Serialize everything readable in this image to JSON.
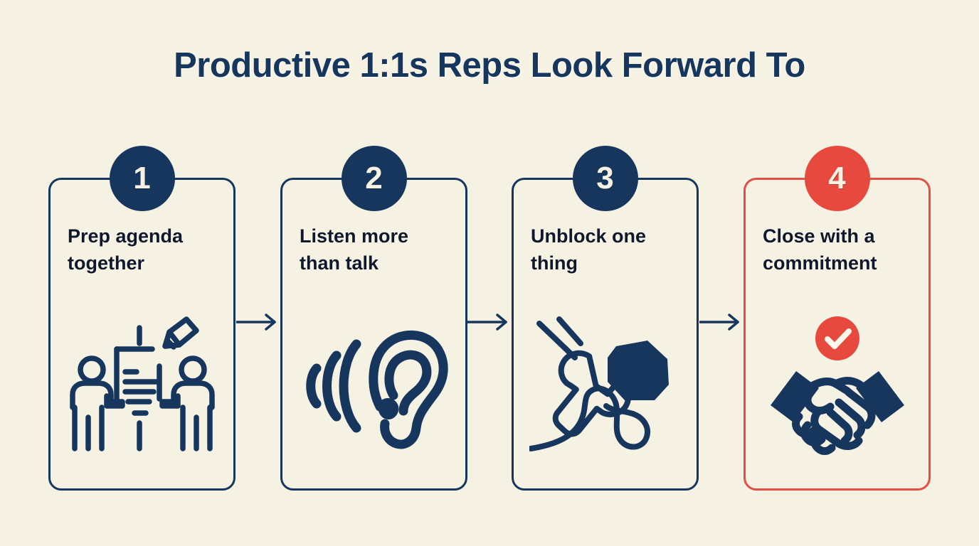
{
  "page": {
    "title": "Productive 1:1s Reps Look Forward To",
    "background_color": "#F6F2E3",
    "navy": "#16365E",
    "red": "#E8493F",
    "text_color": "#10182B"
  },
  "steps": [
    {
      "number": "1",
      "label": "Prep agenda together",
      "icon": "two-people-document-pencil-icon",
      "accent": "#16365E"
    },
    {
      "number": "2",
      "label": "Listen more than talk",
      "icon": "ear-listening-soundwaves-icon",
      "accent": "#16365E"
    },
    {
      "number": "3",
      "label": "Unblock one thing",
      "icon": "wrench-boulder-path-icon",
      "accent": "#16365E"
    },
    {
      "number": "4",
      "label": "Close with a commitment",
      "icon": "handshake-check-icon",
      "accent": "#E8493F"
    }
  ],
  "connectors": [
    {
      "name": "arrow-1-to-2",
      "icon": "arrow-right-icon"
    },
    {
      "name": "arrow-2-to-3",
      "icon": "arrow-right-icon"
    },
    {
      "name": "arrow-3-to-4",
      "icon": "arrow-right-icon"
    }
  ]
}
